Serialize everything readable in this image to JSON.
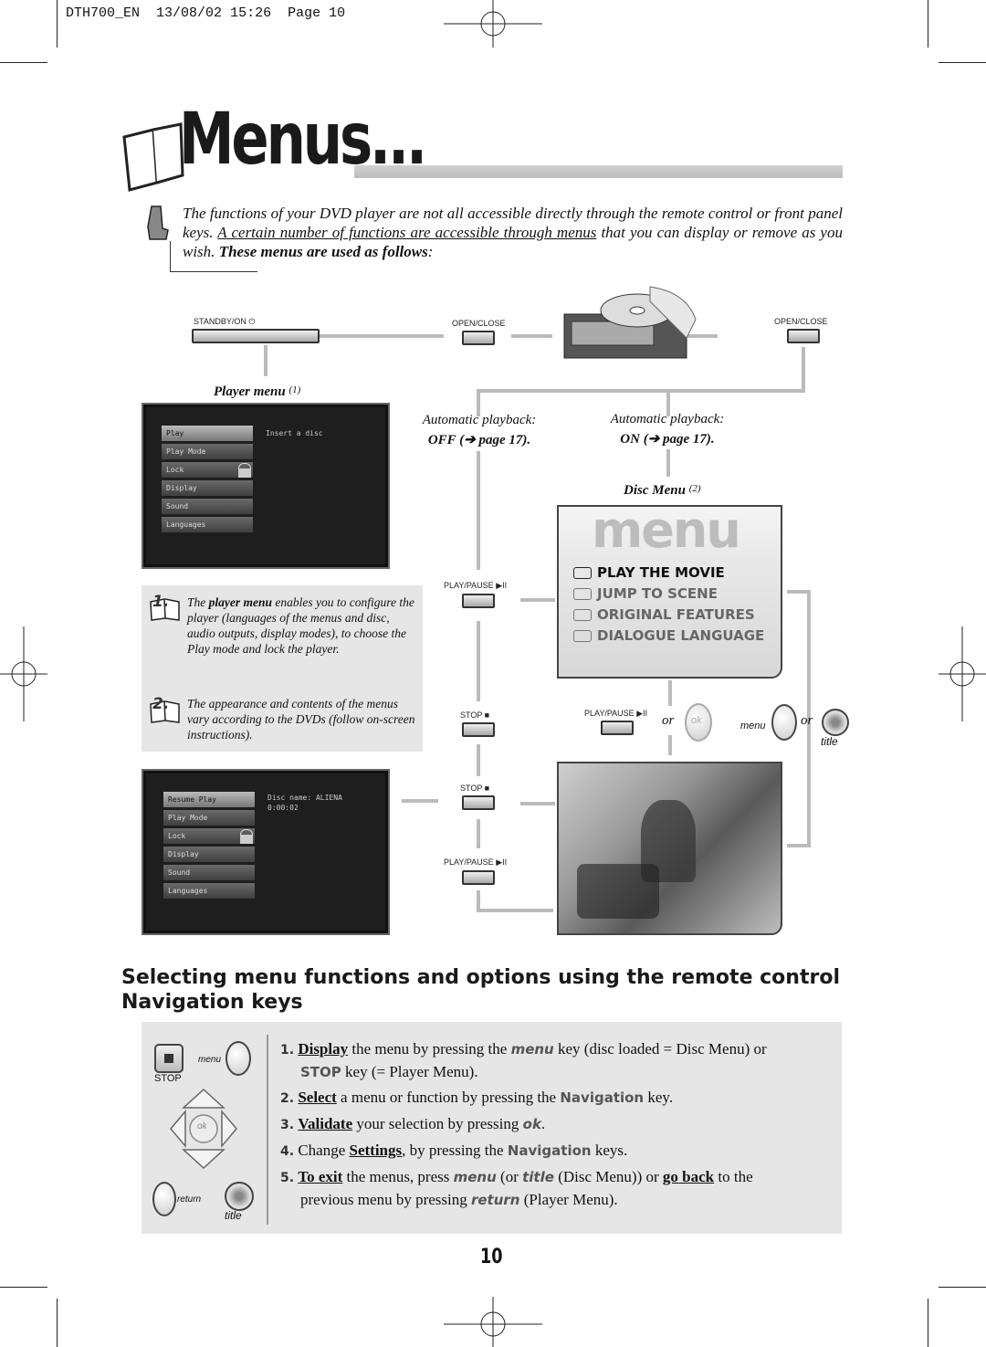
{
  "header": {
    "file_label": "DTH700_EN",
    "date": "13/08/02",
    "time": "15:26",
    "page_word": "Page",
    "page_num": "10"
  },
  "title": "Menus...",
  "intro": {
    "part1": "The functions of your DVD player are not all accessible directly through the remote control or front panel keys. ",
    "part2_underlined": "A certain number of functions are accessible through menus",
    "part3": " that you can display or remove as you wish. ",
    "part4_bold": "These menus are used as follows",
    "part5": ":"
  },
  "panel_keys": {
    "standby": "STANDBY/ON ⏻",
    "open_close_1": "OPEN/CLOSE",
    "open_close_2": "OPEN/CLOSE",
    "play_pause_1": "PLAY/PAUSE ▶II",
    "play_pause_2": "PLAY/PAUSE ▶II",
    "play_pause_3": "PLAY/PAUSE ▶II",
    "stop_1": "STOP ■",
    "stop_2": "STOP ■"
  },
  "player_menu": {
    "label": "Player menu",
    "ref": "(1)",
    "items": [
      "Play",
      "Play Mode",
      "Lock",
      "Display",
      "Sound",
      "Languages"
    ],
    "info": "Insert a disc"
  },
  "player_menu_2": {
    "items": [
      "Resume Play",
      "Play Mode",
      "Lock",
      "Display",
      "Sound",
      "Languages"
    ],
    "info_line1": "Disc name: ALIENA",
    "info_line2": "0:00:02"
  },
  "auto_off": {
    "line1": "Automatic playback:",
    "line2": "OFF (➔ page 17)."
  },
  "auto_on": {
    "line1": "Automatic playback:",
    "line2": "ON (➔ page 17)."
  },
  "disc_menu": {
    "label": "Disc Menu",
    "ref": "(2)",
    "logo": "menu",
    "items": [
      "PLAY THE MOVIE",
      "JUMP TO SCENE",
      "ORIGINAL FEATURES",
      "DIALOGUE LANGUAGE"
    ]
  },
  "notes": [
    {
      "num": "1.",
      "pre": "The ",
      "bold": "player menu",
      "post": " enables you to configure the player (languages of the menus and disc, audio outputs, display modes), to choose the Play mode and lock the player."
    },
    {
      "num": "2.",
      "text": "The appearance and contents of the menus vary according to the DVDs (follow on-screen instructions)."
    }
  ],
  "remote_labels": {
    "or1": "or",
    "ok": "ok",
    "menu": "menu",
    "or2": "or",
    "title": "title"
  },
  "section_title_1": "Selecting menu functions and options using the remote control",
  "section_title_2": "Navigation keys",
  "remote_panel": {
    "menu": "menu",
    "stop": "STOP",
    "ok": "ok",
    "return": "return",
    "title": "title"
  },
  "steps": [
    {
      "n": "1.",
      "a": "Display",
      "b": " the menu by pressing the ",
      "c": "menu",
      "d": " key (disc loaded = Disc Menu) or",
      "e": "STOP",
      "f": " key (= Player Menu)."
    },
    {
      "n": "2.",
      "a": "Select",
      "b": " a menu or function by pressing the ",
      "c": "Navigation",
      "d": " key."
    },
    {
      "n": "3.",
      "a": "Validate",
      "b": " your selection by pressing ",
      "c": "ok",
      "d": "."
    },
    {
      "n": "4.",
      "a": "Change ",
      "b": "Settings",
      "c": ", by pressing the ",
      "d": "Navigation",
      "e": " keys."
    },
    {
      "n": "5.",
      "a": "To exit",
      "b": " the menus, press ",
      "c": "menu",
      "d": " (or ",
      "e": "title",
      "f": " (Disc Menu)) or ",
      "g": "go back",
      "h": " to the",
      "i": "previous menu by pressing ",
      "j": "return",
      "k": " (Player Menu)."
    }
  ],
  "page_number": "10"
}
